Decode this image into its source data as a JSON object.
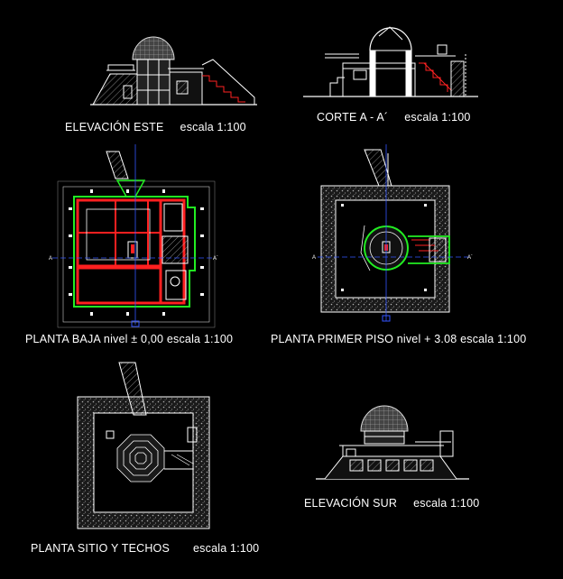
{
  "drawings": {
    "elevacion_este": {
      "title": "ELEVACIÓN ESTE",
      "scale": "escala 1:100"
    },
    "corte_aa": {
      "title": "CORTE A - A´",
      "scale": "escala 1:100"
    },
    "planta_baja": {
      "title": "PLANTA BAJA nivel ± 0,00",
      "scale": "escala 1:100"
    },
    "planta_primer_piso": {
      "title": "PLANTA PRIMER PISO nivel + 3.08",
      "scale": "escala 1:100"
    },
    "planta_sitio": {
      "title": "PLANTA SITIO Y TECHOS",
      "scale": "escala 1:100"
    },
    "elevacion_sur": {
      "title": "ELEVACIÓN SUR",
      "scale": "escala 1:100"
    }
  },
  "section_marks": {
    "a_left": "A",
    "a_right": "A´"
  },
  "colors": {
    "background": "#000000",
    "lines": "#ffffff",
    "walls": "#ff2020",
    "outline": "#22ee22",
    "axis": "#3355ff",
    "hatch": "#9a9a9a"
  }
}
